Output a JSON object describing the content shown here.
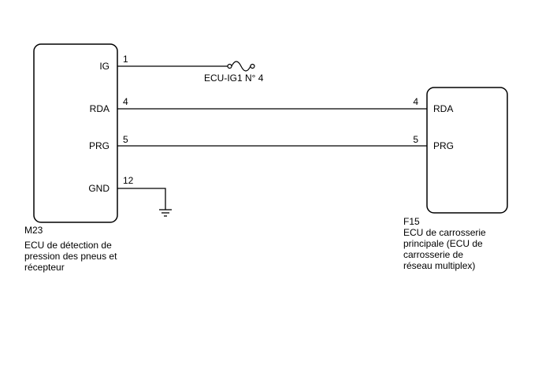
{
  "left_ecu": {
    "code": "M23",
    "name_lines": [
      "ECU de détection de",
      "pression des pneus et",
      "récepteur"
    ],
    "pins": [
      {
        "label": "IG",
        "pin": "1"
      },
      {
        "label": "RDA",
        "pin": "4"
      },
      {
        "label": "PRG",
        "pin": "5"
      },
      {
        "label": "GND",
        "pin": "12"
      }
    ]
  },
  "right_ecu": {
    "code": "F15",
    "name_lines": [
      "ECU de carrosserie",
      "principale (ECU de",
      "carrosserie de",
      "réseau multiplex)"
    ],
    "pins": [
      {
        "label": "RDA",
        "pin": "4"
      },
      {
        "label": "PRG",
        "pin": "5"
      }
    ]
  },
  "fuse": {
    "label": "ECU-IG1 N° 4"
  },
  "colors": {
    "line": "#000000",
    "background": "#ffffff"
  }
}
